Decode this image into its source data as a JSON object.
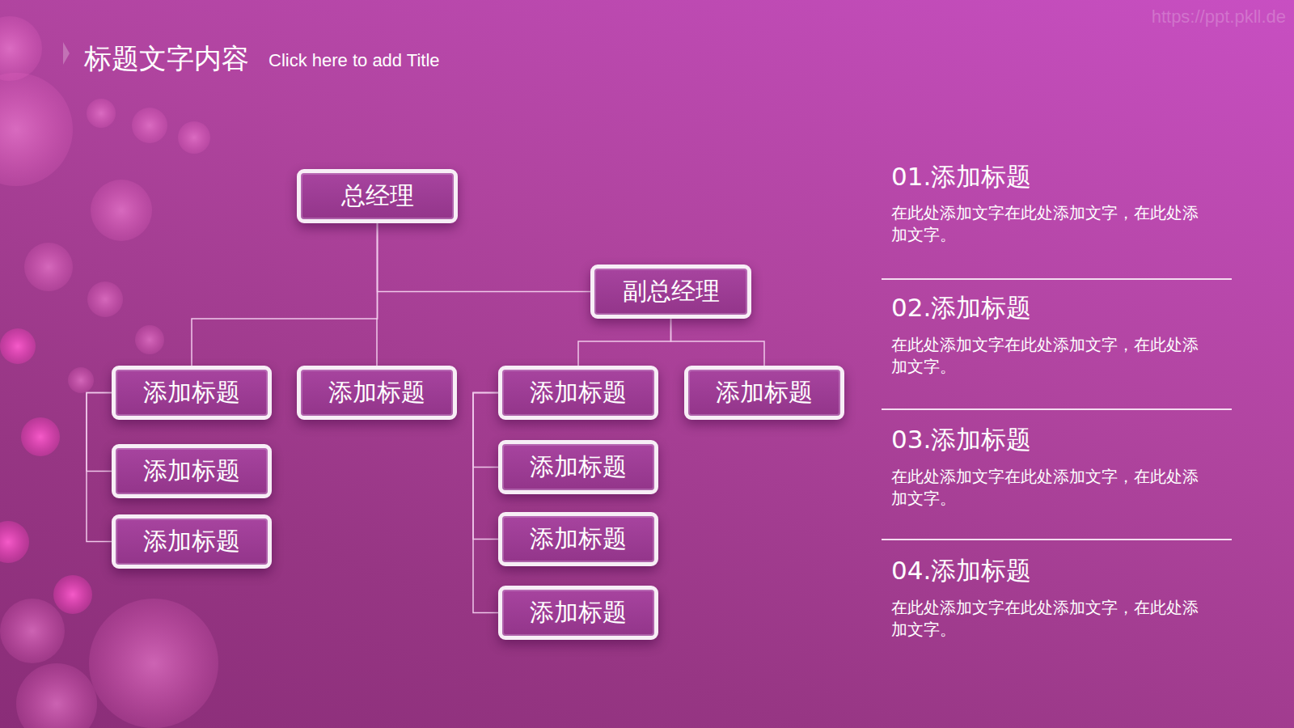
{
  "diagram": {
    "title": "标题文字内容",
    "nodes": [
      {
        "text": [
          "总经理"
        ]
      },
      {
        "text": [
          "副总经理"
        ]
      },
      {
        "text": [
          "添加标题"
        ]
      },
      {
        "text": [
          "添加标题"
        ]
      },
      {
        "text": [
          "添加标题"
        ]
      },
      {
        "text": [
          "添加标题"
        ]
      },
      {
        "text": [
          "添加标题"
        ]
      },
      {
        "text": [
          "添加标题"
        ]
      },
      {
        "text": [
          "添加标题"
        ]
      },
      {
        "text": [
          "添加标题"
        ]
      },
      {
        "text": [
          "添加标题"
        ]
      }
    ],
    "edges": [
      {
        "from": 0,
        "to": 1,
        "arrow": "none"
      },
      {
        "from": 0,
        "to": 2,
        "arrow": "none"
      },
      {
        "from": 0,
        "to": 3,
        "arrow": "none"
      },
      {
        "from": 1,
        "to": 4,
        "arrow": "none"
      },
      {
        "from": 1,
        "to": 5,
        "arrow": "none"
      },
      {
        "from": 2,
        "to": 6,
        "arrow": "none"
      },
      {
        "from": 2,
        "to": 7,
        "arrow": "none"
      },
      {
        "from": 4,
        "to": 8,
        "arrow": "none"
      },
      {
        "from": 4,
        "to": 9,
        "arrow": "none"
      },
      {
        "from": 4,
        "to": 10,
        "arrow": "none"
      }
    ],
    "labels": [
      "Click here to add Title",
      "https://ppt.pkll.de",
      "01.添加标题",
      "在此处添加文字在此处添加文字，在此处添加文字。",
      "02.添加标题",
      "在此处添加文字在此处添加文字，在此处添加文字。",
      "03.添加标题",
      "在此处添加文字在此处添加文字，在此处添加文字。",
      "04.添加标题",
      "在此处添加文字在此处添加文字，在此处添加文字。"
    ]
  }
}
